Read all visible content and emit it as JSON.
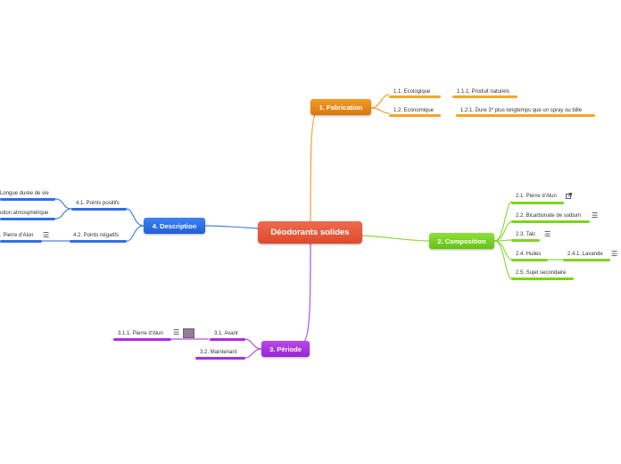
{
  "central": {
    "label": "Déodorants solides"
  },
  "branches": {
    "fabrication": {
      "label": "1. Fabrication",
      "color": "#e98a0c",
      "items": {
        "ecologique": "1.1. Ecologique",
        "produit_naturels": "1.1.1. Produit naturels",
        "economique": "1.2. Economique",
        "dure": "1.2.1. Dure 3* plus longtemps que un spray ou bille"
      }
    },
    "composition": {
      "label": "2. Composition",
      "color": "#7ed321",
      "items": {
        "pierre": "2.1. Pierre d'Alun",
        "bicarbonate": "2.2. Bicarbonate de sodium",
        "talc": "2.3. Talc",
        "huiles": "2.4. Huiles",
        "lavande": "2.4.1. Lavande",
        "sujet": "2.5. Sujet secondaire"
      }
    },
    "periode": {
      "label": "3. Période",
      "color": "#a92ee0",
      "items": {
        "avant": "3.1. Avant",
        "pierre_alun": "3.1.1. Pierre d'Alun",
        "maintenant": "3.2. Maintenant"
      }
    },
    "description": {
      "label": "4. Description",
      "color": "#2f6fe6",
      "items": {
        "positifs": "4.1. Points positifs",
        "longue": "Longue durée de vie",
        "pollution": "ution atmosphérique",
        "negatifs": "4.2. Points négatifs",
        "pierre_neg": ". Pierre d'Alun"
      }
    }
  }
}
